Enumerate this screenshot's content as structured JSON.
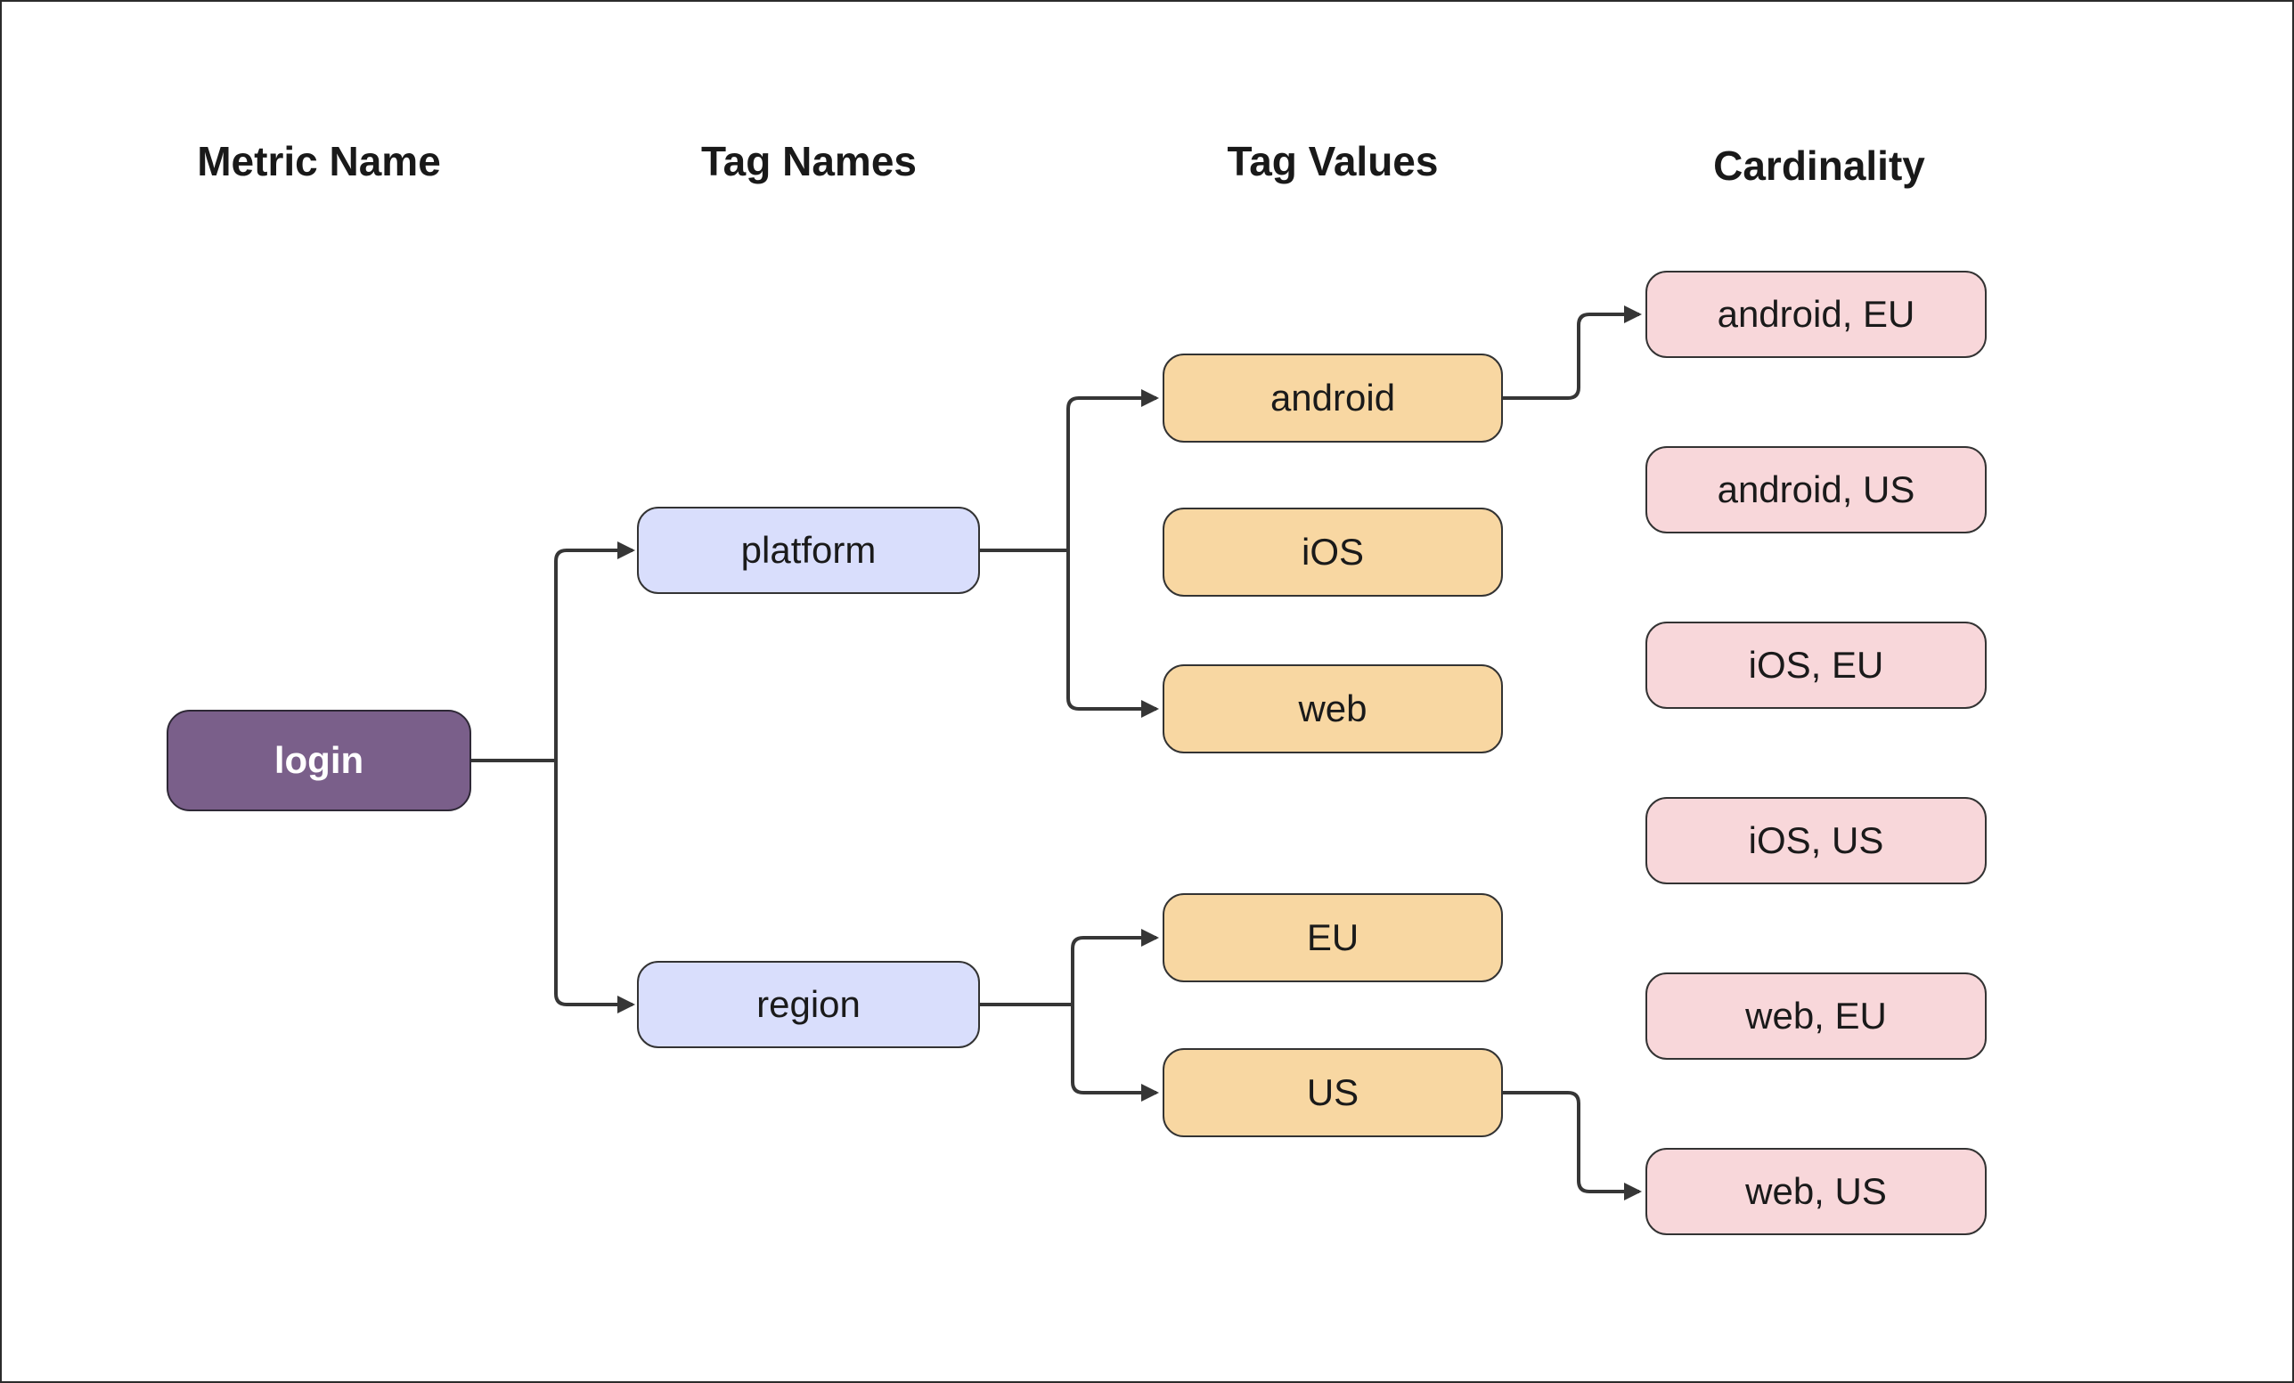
{
  "headers": {
    "metric_name": "Metric Name",
    "tag_names": "Tag Names",
    "tag_values": "Tag Values",
    "cardinality": "Cardinality"
  },
  "nodes": {
    "login": {
      "label": "login",
      "type": "metric"
    },
    "platform": {
      "label": "platform",
      "type": "tag-name"
    },
    "region": {
      "label": "region",
      "type": "tag-name"
    },
    "android": {
      "label": "android",
      "type": "tag-value"
    },
    "ios": {
      "label": "iOS",
      "type": "tag-value"
    },
    "web": {
      "label": "web",
      "type": "tag-value"
    },
    "eu": {
      "label": "EU",
      "type": "tag-value"
    },
    "us": {
      "label": "US",
      "type": "tag-value"
    },
    "android_eu": {
      "label": "android, EU",
      "type": "cardinality"
    },
    "android_us": {
      "label": "android, US",
      "type": "cardinality"
    },
    "ios_eu": {
      "label": "iOS, EU",
      "type": "cardinality"
    },
    "ios_us": {
      "label": "iOS, US",
      "type": "cardinality"
    },
    "web_eu": {
      "label": "web, EU",
      "type": "cardinality"
    },
    "web_us": {
      "label": "web, US",
      "type": "cardinality"
    }
  },
  "edges": [
    {
      "from": "login",
      "to": "platform"
    },
    {
      "from": "login",
      "to": "region"
    },
    {
      "from": "platform",
      "to": "android"
    },
    {
      "from": "platform",
      "to": "web"
    },
    {
      "from": "region",
      "to": "eu"
    },
    {
      "from": "region",
      "to": "us"
    },
    {
      "from": "android",
      "to": "android_eu"
    },
    {
      "from": "us",
      "to": "web_us"
    }
  ],
  "colors": {
    "metric_fill": "#7a5f8a",
    "metric_border": "#2e2836",
    "metric_text": "#ffffff",
    "tag_name_fill": "#d9defc",
    "tag_value_fill": "#f8d7a2",
    "cardinality_fill": "#f8d7da",
    "node_border": "#333333",
    "connector": "#363636",
    "label_text": "#1a1a1a",
    "header_text": "#191919",
    "canvas_bg": "#ffffff",
    "frame_border": "#2b2b2b"
  }
}
